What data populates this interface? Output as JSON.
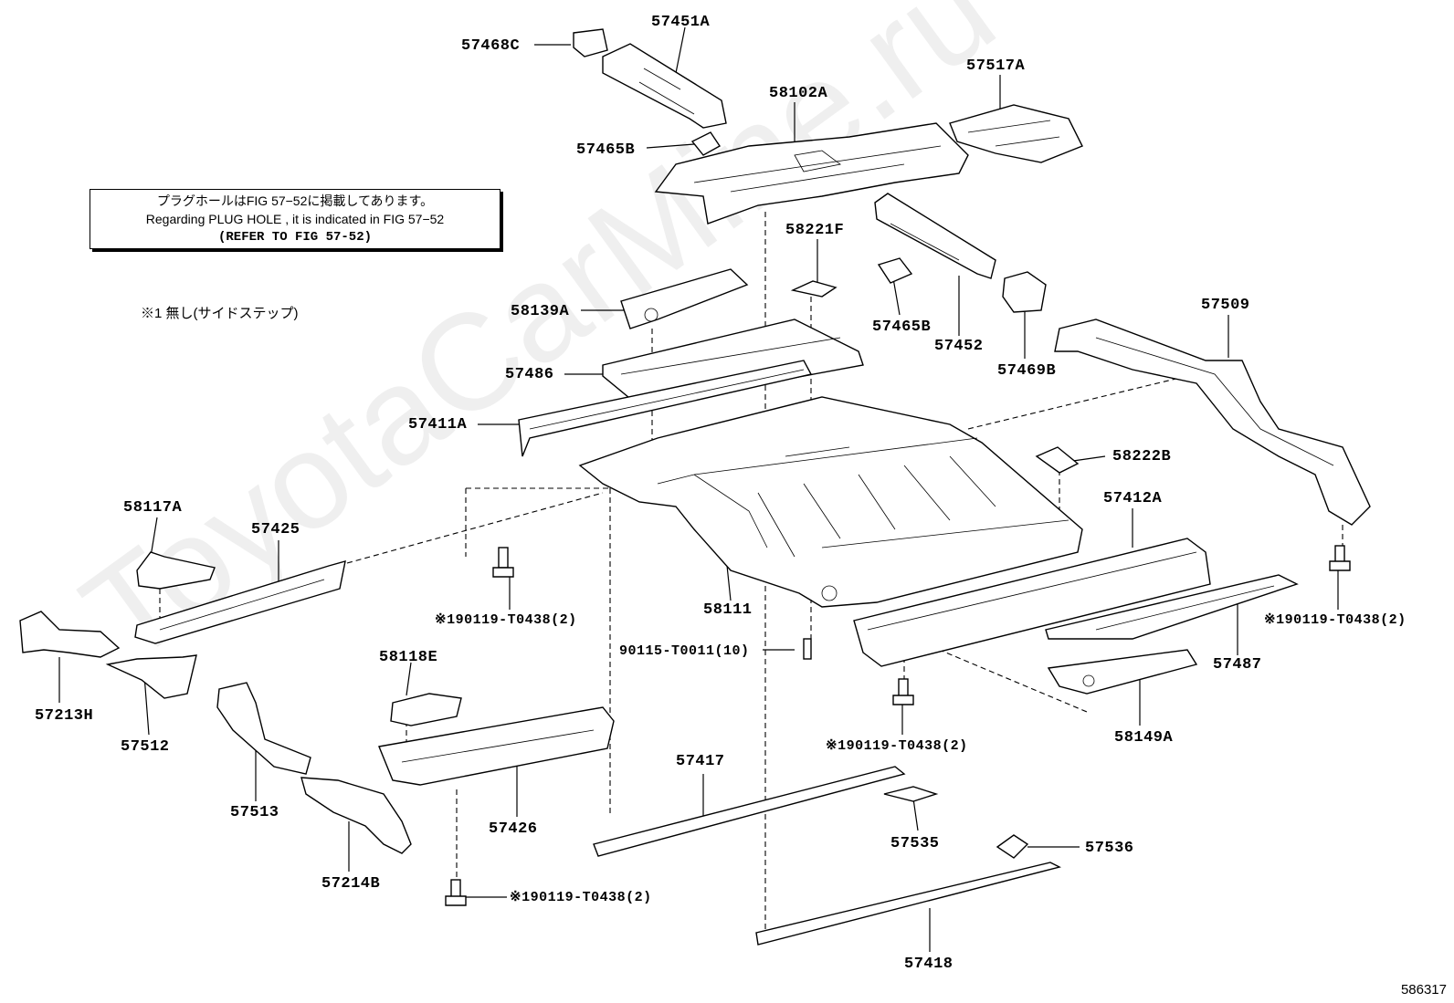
{
  "note": {
    "jp_line": "プラグホールはFIG 57−52に掲載してあります。",
    "en_line": "Regarding PLUG HOLE , it is indicated in FIG 57−52",
    "ref_line": "(REFER TO FIG 57-52)"
  },
  "footnote": "※1 無し(サイドステップ)",
  "watermark": "ToyotaCarMine.ru",
  "figure_code": "586317",
  "parts": {
    "p57468C": "57468C",
    "p57451A": "57451A",
    "p57465B_top": "57465B",
    "p58102A": "58102A",
    "p57517A": "57517A",
    "p58221F": "58221F",
    "p58139A": "58139A",
    "p57465B_mid": "57465B",
    "p57452": "57452",
    "p57469B": "57469B",
    "p57509": "57509",
    "p57486": "57486",
    "p57411A": "57411A",
    "p58222B": "58222B",
    "p58117A": "58117A",
    "p57425": "57425",
    "p57412A": "57412A",
    "p58111": "58111",
    "p57213H": "57213H",
    "p57512": "57512",
    "p58118E": "58118E",
    "p57487": "57487",
    "p58149A": "58149A",
    "p57513": "57513",
    "p57426": "57426",
    "p57417": "57417",
    "p57535": "57535",
    "p57214B": "57214B",
    "p57536": "57536",
    "p57418": "57418"
  },
  "fasteners": {
    "f_center_left": "※190119-T0438(2)",
    "f_screw": "90115-T0011(10)",
    "f_center_right": "※190119-T0438(2)",
    "f_right": "※190119-T0438(2)",
    "f_bottom": "※190119-T0438(2)"
  }
}
